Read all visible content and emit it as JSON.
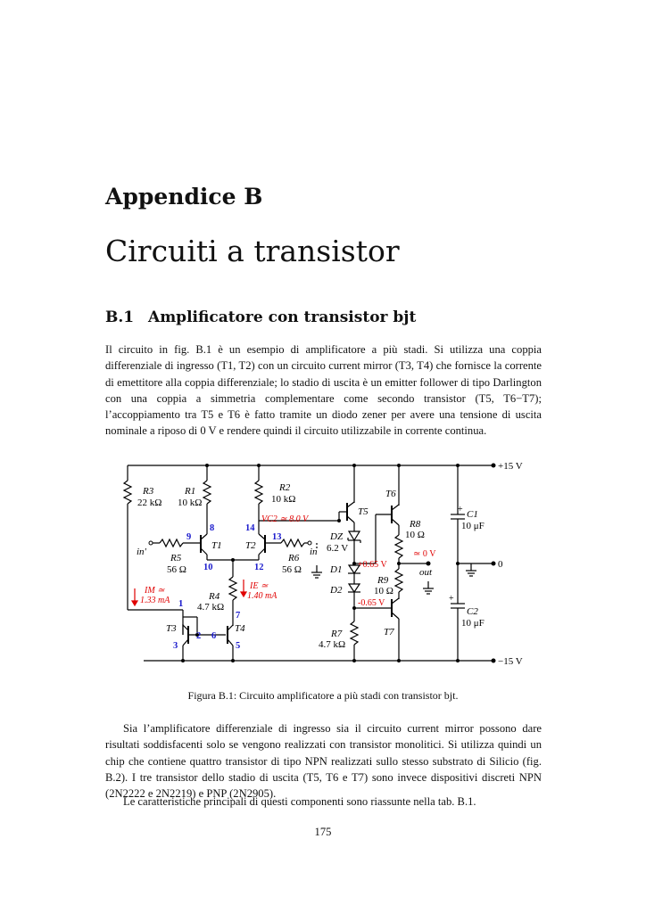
{
  "heading": {
    "appendix": "Appendice B",
    "title": "Circuiti a transistor"
  },
  "section": {
    "number": "B.1",
    "title": "Amplificatore con transistor bjt"
  },
  "paragraph1": "Il circuito in fig. B.1 è un esempio di amplificatore a più stadi. Si utilizza una coppia differenziale di ingresso (T1, T2) con un circuito current mirror (T3, T4) che fornisce la corrente di emettitore alla coppia differenziale; lo stadio di uscita è un emitter follower di tipo Darlington con una coppia a simmetria complementare come secondo transistor (T5, T6−T7); l’accoppiamento tra T5 e T6 è fatto tramite un diodo zener per avere una tensione di uscita nominale a riposo di 0 V e rendere quindi il circuito utilizzabile in corrente continua.",
  "figure": {
    "caption": "Figura B.1: Circuito amplificatore a più stadi con transistor bjt.",
    "rails": {
      "pos": "+15 V",
      "gnd": "0",
      "neg": "−15 V"
    },
    "resistors": {
      "R1": {
        "name": "R1",
        "value": "10 kΩ"
      },
      "R2": {
        "name": "R2",
        "value": "10 kΩ"
      },
      "R3": {
        "name": "R3",
        "value": "22 kΩ"
      },
      "R4": {
        "name": "R4",
        "value": "4.7 kΩ"
      },
      "R5": {
        "name": "R5",
        "value": "56 Ω"
      },
      "R6": {
        "name": "R6",
        "value": "56 Ω"
      },
      "R7": {
        "name": "R7",
        "value": "4.7 kΩ"
      },
      "R8": {
        "name": "R8",
        "value": "10 Ω"
      },
      "R9": {
        "name": "R9",
        "value": "10 Ω"
      }
    },
    "transistors": [
      "T1",
      "T2",
      "T3",
      "T4",
      "T5",
      "T6",
      "T7"
    ],
    "diodes": {
      "DZ": "DZ",
      "DZ_value": "6.2 V",
      "D1": "D1",
      "D2": "D2"
    },
    "capacitors": {
      "C1": {
        "name": "C1",
        "value": "10 μF"
      },
      "C2": {
        "name": "C2",
        "value": "10 μF"
      }
    },
    "terminals": {
      "in_prime": "in'",
      "in": "in",
      "out": "out"
    },
    "node_numbers": [
      "1",
      "2",
      "3",
      "5",
      "6",
      "7",
      "8",
      "9",
      "10",
      "12",
      "13",
      "14"
    ],
    "annotations": {
      "vc2": "VC2 ≃ 8.0 V",
      "im_label": "IM ≃",
      "im_value": "1.33 mA",
      "ie_label": "IE ≃",
      "ie_value": "1.40 mA",
      "v_plus": "+0.65 V",
      "v_minus": "-0.65 V",
      "v_out": "≃ 0 V"
    },
    "colors": {
      "annotation": "#e00000",
      "node": "#1a1acc",
      "wire": "#000000"
    }
  },
  "paragraph2": "Sia l’amplificatore differenziale di ingresso sia il circuito current mirror possono dare risultati soddisfacenti solo se vengono realizzati con transistor monolitici. Si utilizza quindi un chip che contiene quattro transistor di tipo NPN realizzati sullo stesso substrato di Silicio (fig. B.2). I tre transistor dello stadio di uscita (T5, T6 e T7) sono invece dispositivi discreti NPN (2N2222 e 2N2219) e PNP (2N2905).",
  "paragraph3": "Le caratteristiche principali di questi componenti sono riassunte nella tab. B.1.",
  "page_number": "175"
}
